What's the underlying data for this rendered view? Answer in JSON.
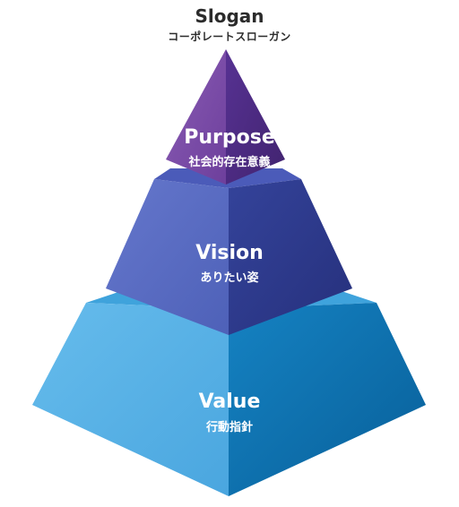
{
  "header": {
    "title": "Slogan",
    "subtitle": "コーポレートスローガン"
  },
  "tiers": [
    {
      "en": "Purpose",
      "jp": "社会的存在意義"
    },
    {
      "en": "Vision",
      "jp": "ありたい姿"
    },
    {
      "en": "Value",
      "jp": "行動指針"
    }
  ],
  "colors": {
    "purpose_left": "#7e4fa8",
    "purpose_right": "#4f2d86",
    "vision_left": "#5a6cc6",
    "vision_right": "#2e3a8f",
    "vision_top": "#4a5ab8",
    "value_left": "#5ab2e6",
    "value_right": "#0f72ae",
    "value_top": "#3ea2dc"
  }
}
